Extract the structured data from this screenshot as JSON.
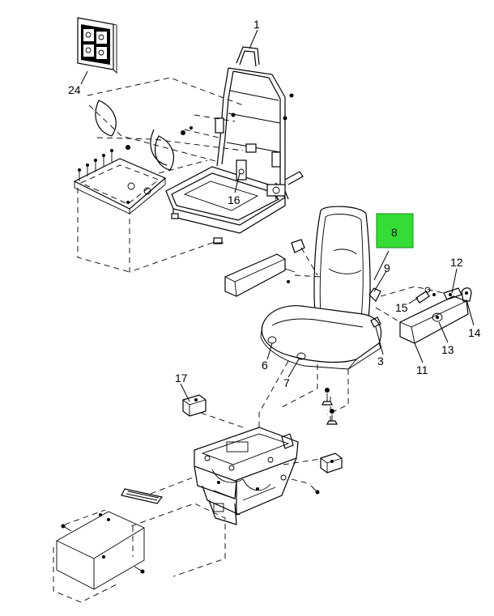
{
  "callouts": {
    "c1": "1",
    "c24": "24",
    "c16": "16",
    "c8": "8",
    "c9": "9",
    "c12": "12",
    "c15": "15",
    "c14": "14",
    "c13": "13",
    "c11": "11",
    "c3": "3",
    "c6": "6",
    "c7": "7",
    "c17": "17"
  },
  "highlight": {
    "callout": "8",
    "color": "#33dd33"
  }
}
